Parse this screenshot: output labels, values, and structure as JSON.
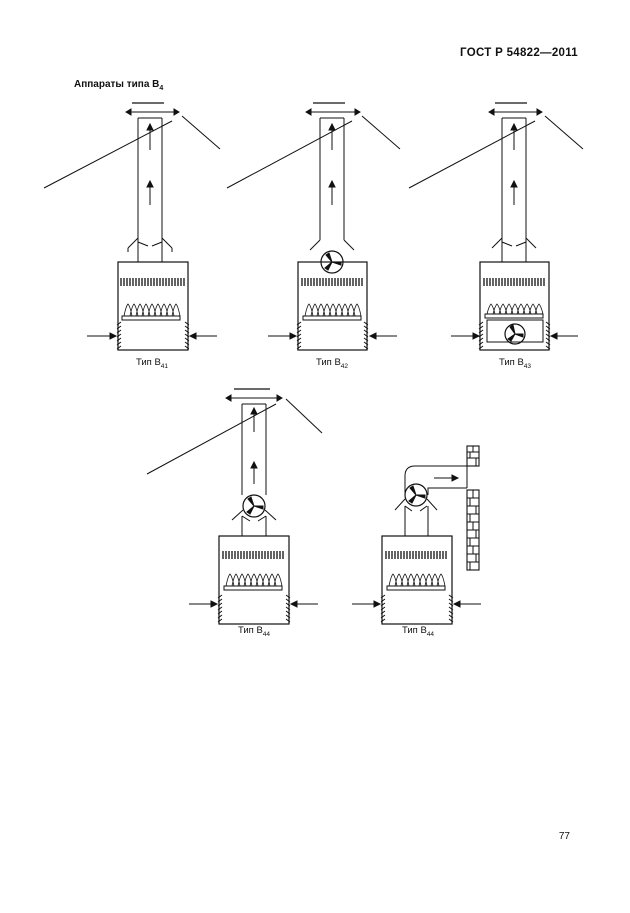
{
  "header": {
    "standard_code": "ГОСТ Р 54822—2011"
  },
  "section": {
    "title_main": "Аппараты типа B",
    "title_sub": "4"
  },
  "figures": [
    {
      "type_prefix": "Тип B",
      "type_sub": "41",
      "variant": "natural"
    },
    {
      "type_prefix": "Тип B",
      "type_sub": "42",
      "variant": "fan-top"
    },
    {
      "type_prefix": "Тип B",
      "type_sub": "43",
      "variant": "fan-bottom"
    },
    {
      "type_prefix": "Тип B",
      "type_sub": "44",
      "variant": "fan-flue"
    },
    {
      "type_prefix": "Тип B",
      "type_sub": "44",
      "variant": "wall-flue"
    }
  ],
  "footer": {
    "page_number": "77"
  }
}
